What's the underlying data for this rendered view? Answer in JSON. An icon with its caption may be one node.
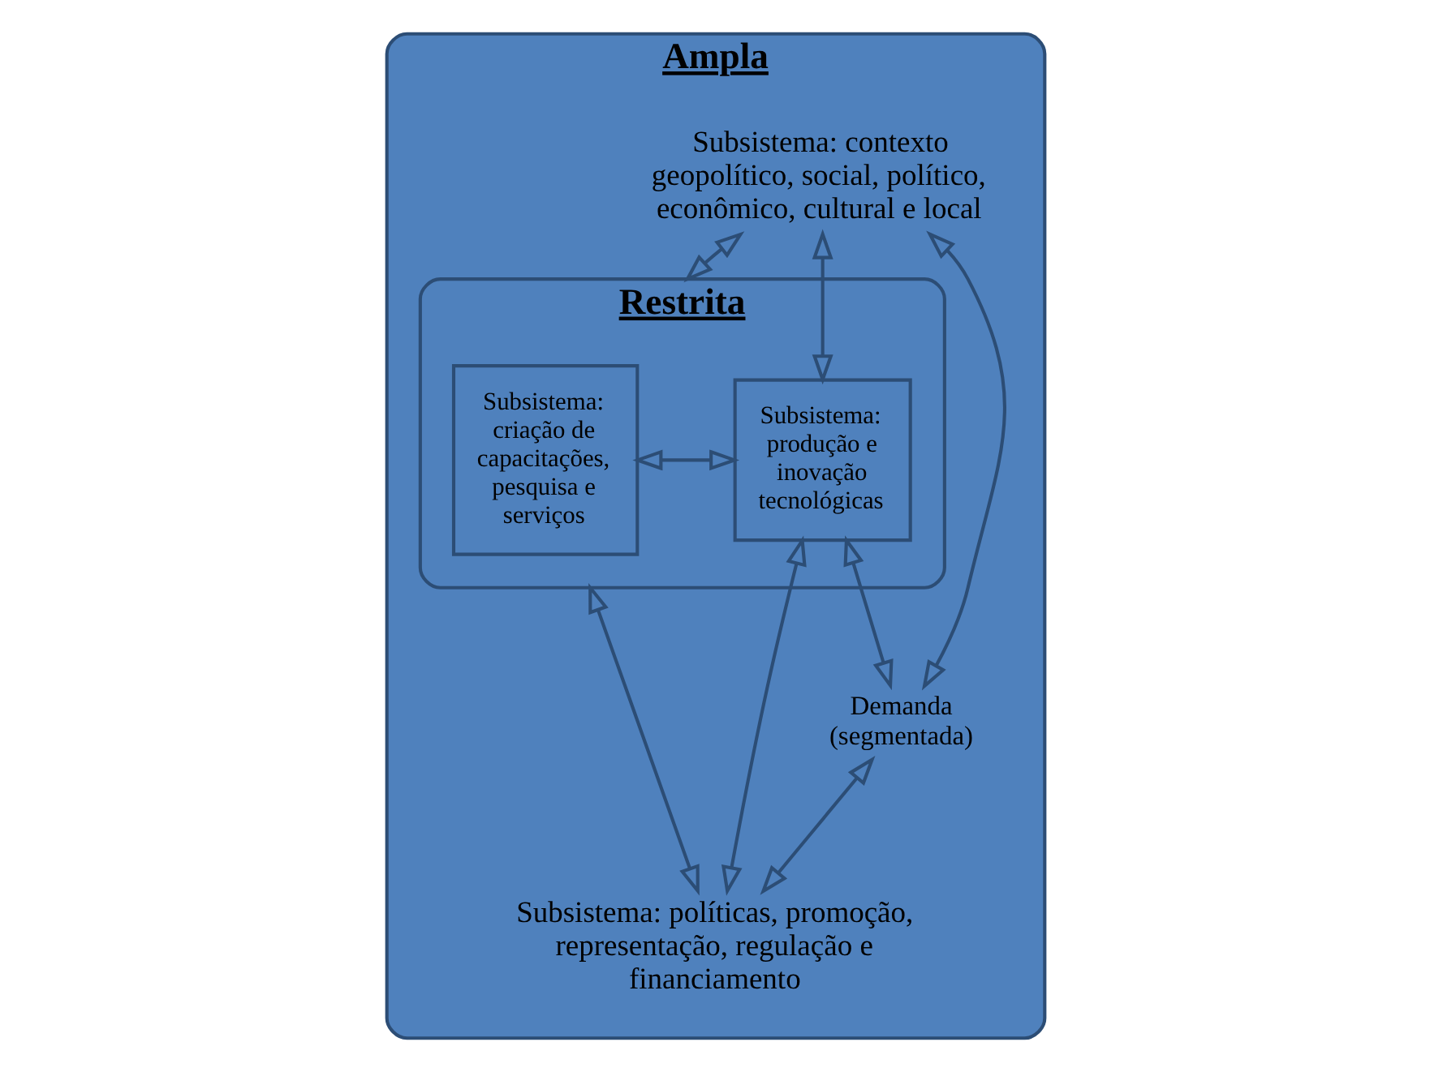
{
  "diagram": {
    "nodes": [
      {
        "text": [
          "Ampla"
        ]
      },
      {
        "text": [
          "Subsistema: contexto geopolítico, social, político, econômico, cultural e local"
        ],
        "in": 0
      },
      {
        "text": [
          "Restrita"
        ],
        "in": 0
      },
      {
        "text": [
          "Subsistema: criação de capacitações, pesquisa e serviços"
        ],
        "in": 2
      },
      {
        "text": [
          "Subsistema: produção e inovação tecnológicas"
        ],
        "in": 2
      },
      {
        "text": [
          "Demanda (segmentada)"
        ],
        "in": 0
      },
      {
        "text": [
          "Subsistema: políticas, promoção, representação, regulação e financiamento"
        ],
        "in": 0
      }
    ],
    "edges": [
      {
        "from": 1,
        "to": 2,
        "arrow": "both"
      },
      {
        "from": 1,
        "to": 4,
        "arrow": "both"
      },
      {
        "from": 1,
        "to": 5,
        "arrow": "both"
      },
      {
        "from": 3,
        "to": 4,
        "arrow": "both"
      },
      {
        "from": 4,
        "to": 5,
        "arrow": "both"
      },
      {
        "from": 2,
        "to": 6,
        "arrow": "both"
      },
      {
        "from": 4,
        "to": 6,
        "arrow": "both"
      },
      {
        "from": 5,
        "to": 6,
        "arrow": "both"
      }
    ]
  }
}
